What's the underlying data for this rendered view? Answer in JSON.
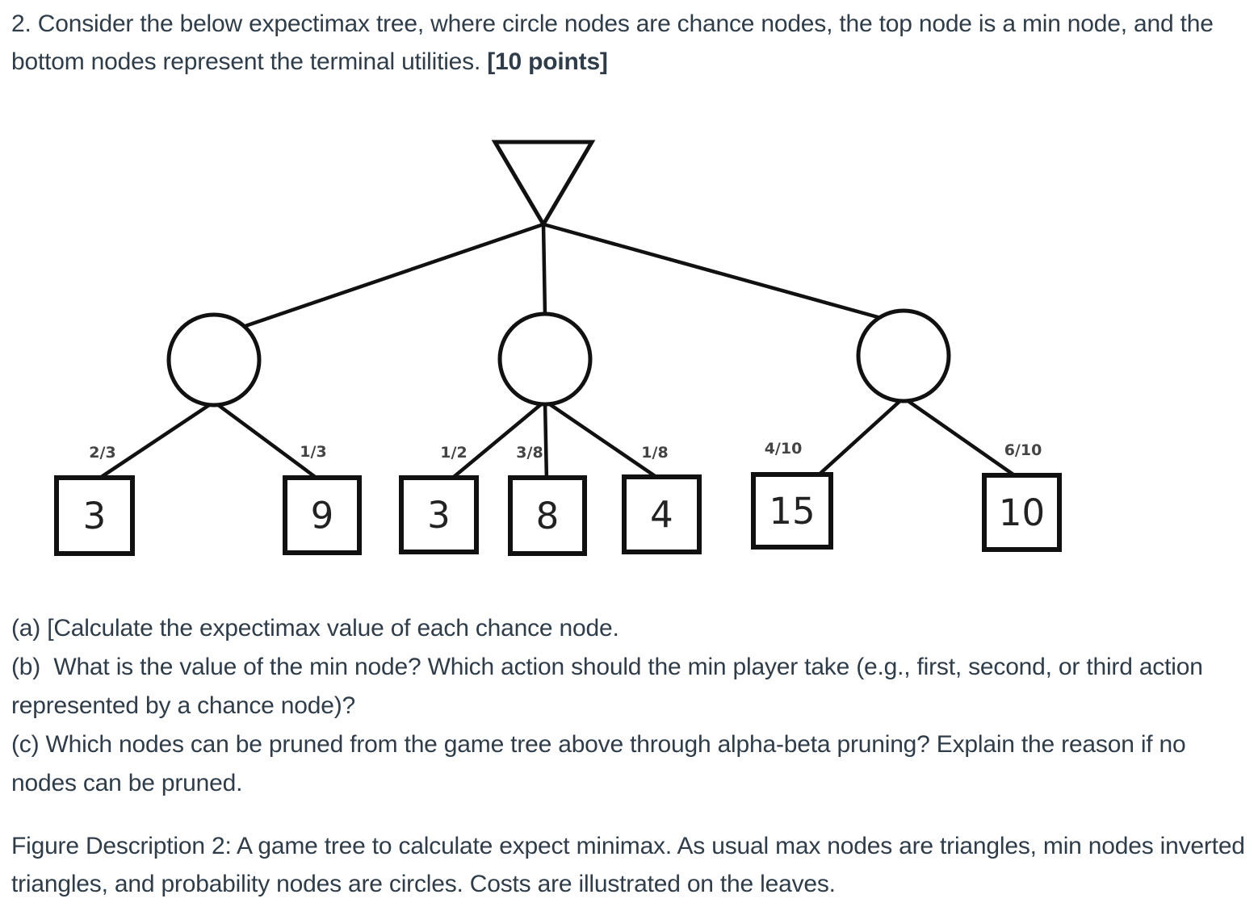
{
  "problem": {
    "text": "2. Consider the below expectimax tree, where circle nodes are chance nodes, the top node is a min node, and the bottom nodes represent the terminal utilities. ",
    "points": "[10 points]"
  },
  "questions": [
    "(a) [Calculate the expectimax value of each chance node.",
    "(b)  What is the value of the min node? Which action should the min player take (e.g., first, second, or third action represented by a chance node)?",
    "(c) Which nodes can be pruned from the game tree above through alpha-beta pruning? Explain the reason if no nodes can be pruned."
  ],
  "figure_description": "Figure Description 2: A game tree to calculate expect minimax. As usual max nodes are triangles, min nodes inverted triangles, and probability nodes are circles. Costs are illustrated on the leaves.",
  "chart_data": {
    "type": "tree",
    "description": "Expectimax game tree: min root (inverted triangle) over three chance nodes (circles) over terminal utility leaves (squares)",
    "root": {
      "node_type": "min",
      "shape": "inverted-triangle"
    },
    "chance_nodes": [
      {
        "shape": "circle",
        "children": [
          {
            "probability": "2/3",
            "utility": 3
          },
          {
            "probability": "1/3",
            "utility": 9
          }
        ]
      },
      {
        "shape": "circle",
        "children": [
          {
            "probability": "1/2",
            "utility": 3
          },
          {
            "probability": "3/8",
            "utility": 8
          },
          {
            "probability": "1/8",
            "utility": 4
          }
        ]
      },
      {
        "shape": "circle",
        "children": [
          {
            "probability": "4/10",
            "utility": 15
          },
          {
            "probability": "6/10",
            "utility": 10
          }
        ]
      }
    ],
    "leaf_utilities": [
      3,
      9,
      3,
      8,
      4,
      15,
      10
    ],
    "edge_probabilities": [
      "2/3",
      "1/3",
      "1/2",
      "3/8",
      "1/8",
      "4/10",
      "6/10"
    ],
    "colors": {
      "stroke": "#111111",
      "node_fill": "#ffffff",
      "probability_label": "#444444",
      "leaf_value": "#222222",
      "body_text": "#2e3d49"
    }
  }
}
